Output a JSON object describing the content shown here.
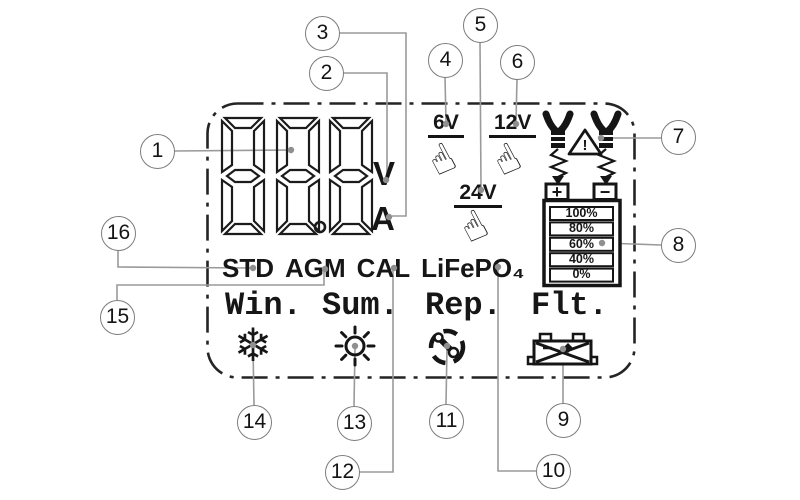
{
  "display": {
    "value": "888.",
    "volt_label": "V",
    "amp_label": "A"
  },
  "voltage_options": [
    {
      "label": "6V"
    },
    {
      "label": "12V"
    },
    {
      "label": "24V"
    }
  ],
  "clamp_area": {
    "warning_mark": "!",
    "positive": "+",
    "negative": "−"
  },
  "battery_gauge": {
    "levels": [
      "100%",
      "80%",
      "60%",
      "40%",
      "0%"
    ]
  },
  "battery_types": [
    "STD",
    "AGM",
    "CAL",
    "LiFePO₄"
  ],
  "modes": [
    {
      "label": "Win.",
      "icon": "snowflake"
    },
    {
      "label": "Sum.",
      "icon": "sun"
    },
    {
      "label": "Rep.",
      "icon": "wrench"
    },
    {
      "label": "Flt.",
      "icon": "battery-fault"
    }
  ],
  "callouts": [
    "1",
    "2",
    "3",
    "4",
    "5",
    "6",
    "7",
    "8",
    "9",
    "10",
    "11",
    "12",
    "13",
    "14",
    "15",
    "16"
  ],
  "icon_glyphs": {
    "hand": "☝",
    "snowflake": "❄"
  },
  "colors": {
    "ink": "#161616",
    "leader_line": "#9a9a9a",
    "leader_dot": "#8f8f8f",
    "background": "#ffffff"
  }
}
